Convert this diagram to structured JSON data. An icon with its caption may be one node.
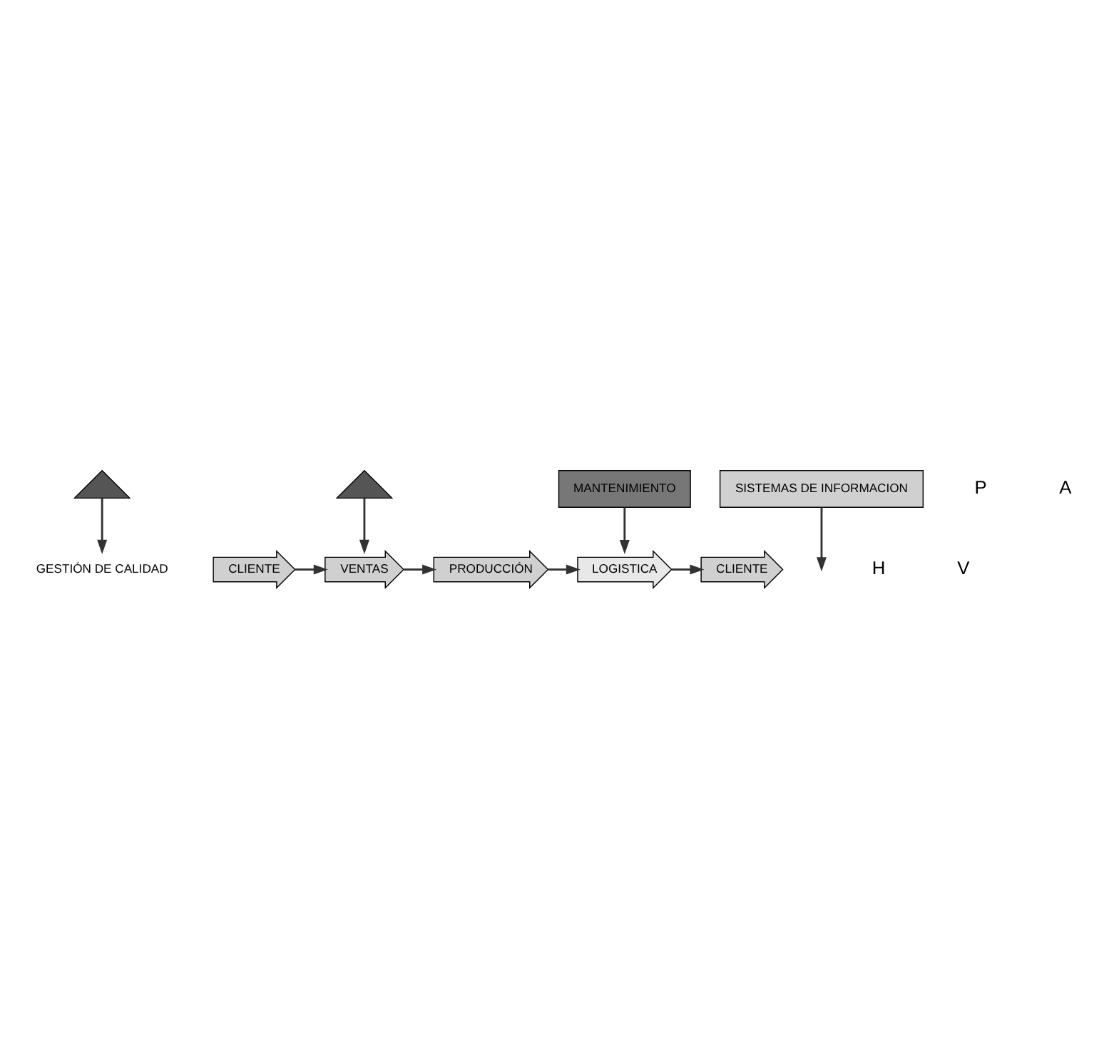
{
  "diagram": {
    "nodes": [
      {
        "text": [],
        "shape": "triangle"
      },
      {
        "text": [
          "GESTIÓN DE CALIDAD"
        ]
      },
      {
        "text": [
          "CLIENTE"
        ]
      },
      {
        "text": [
          "VENTAS"
        ]
      },
      {
        "text": [
          "PRODUCCIÓN"
        ]
      },
      {
        "text": [
          "LOGISTICA"
        ]
      },
      {
        "text": [
          "CLIENTE"
        ]
      },
      {
        "text": [],
        "shape": "triangle"
      },
      {
        "text": [
          "MANTENIMIENTO"
        ]
      },
      {
        "text": [
          "SISTEMAS DE INFORMACION"
        ]
      }
    ],
    "edges": [
      {
        "from": 0,
        "to": 1,
        "arrow": "to"
      },
      {
        "from": 2,
        "to": 3,
        "arrow": "to"
      },
      {
        "from": 3,
        "to": 4,
        "arrow": "to"
      },
      {
        "from": 4,
        "to": 5,
        "arrow": "to"
      },
      {
        "from": 5,
        "to": 6,
        "arrow": "to"
      },
      {
        "from": 7,
        "to": 3,
        "arrow": "to"
      },
      {
        "from": 8,
        "to": 5,
        "arrow": "to"
      },
      {
        "from": 9,
        "to": null,
        "arrow": "to"
      }
    ],
    "labels": [
      "P",
      "A",
      "H",
      "V"
    ]
  }
}
